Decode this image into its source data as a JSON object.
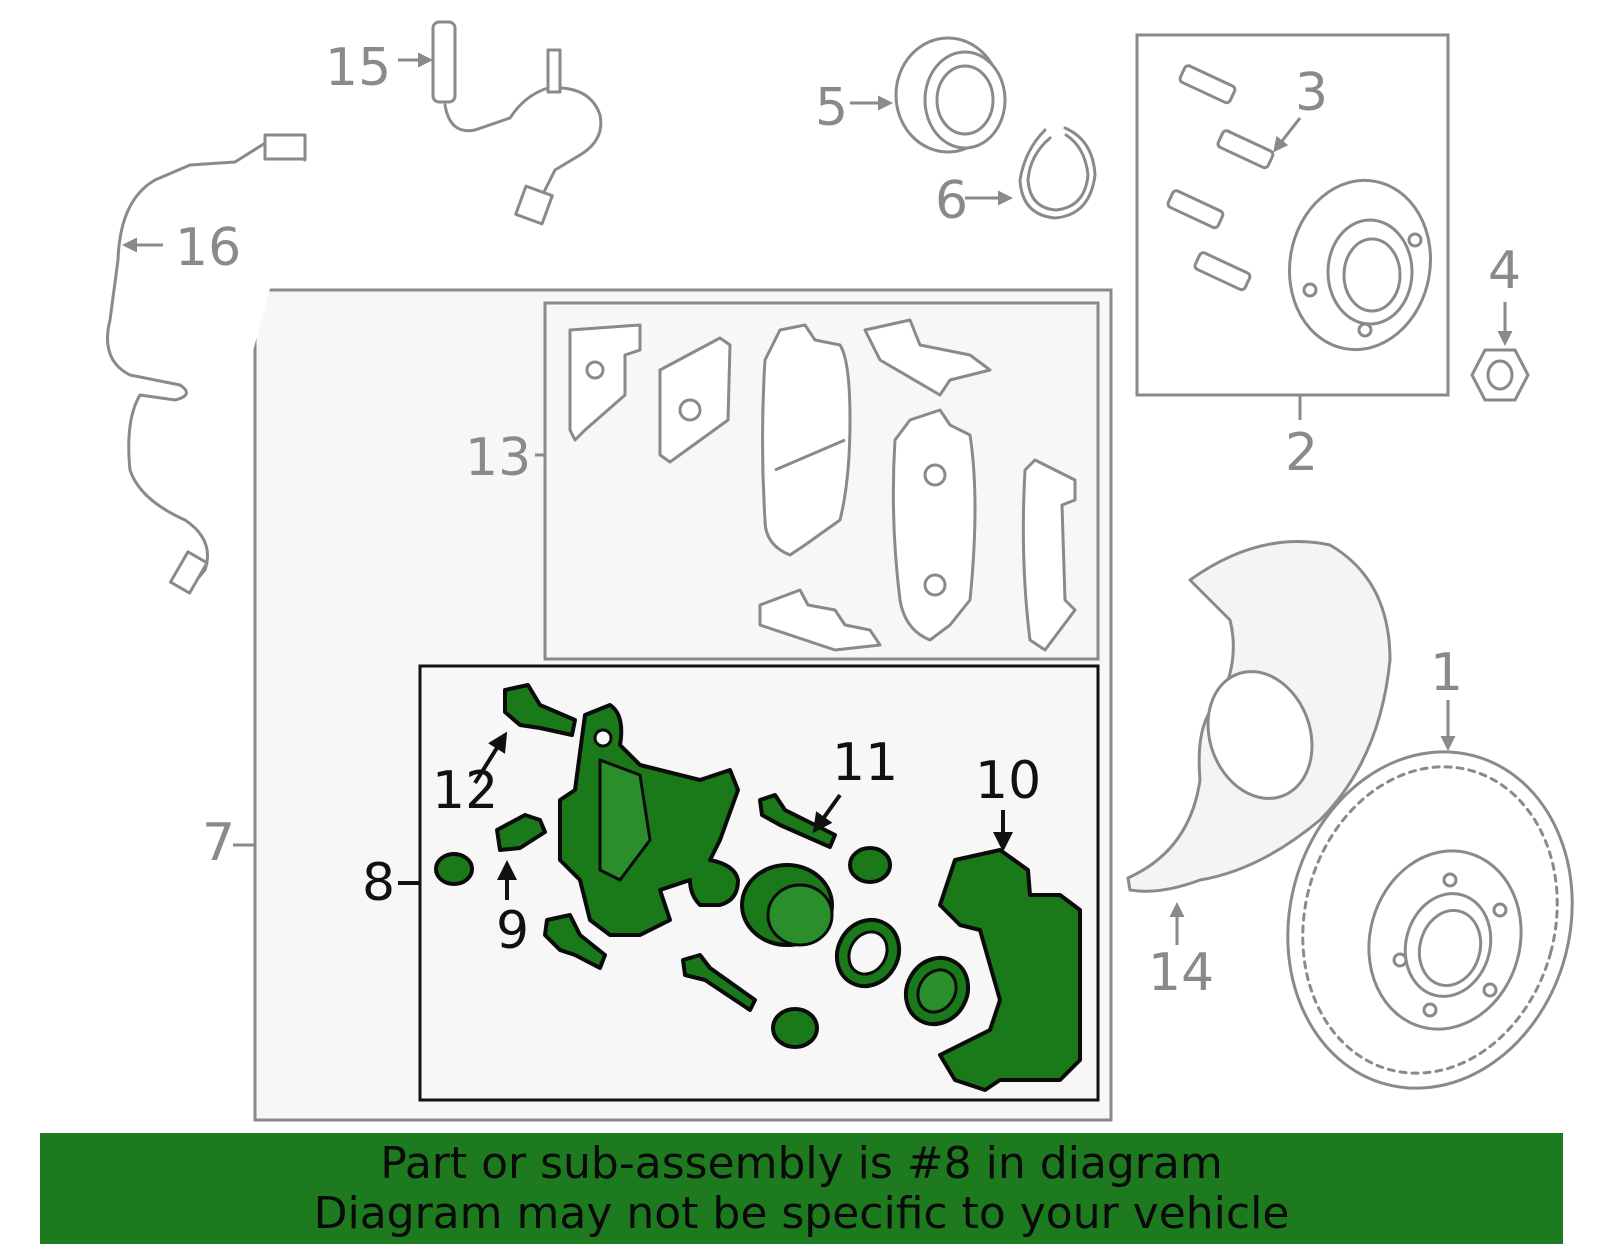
{
  "callouts": {
    "c1": "1",
    "c2": "2",
    "c3": "3",
    "c4": "4",
    "c5": "5",
    "c6": "6",
    "c7": "7",
    "c8": "8",
    "c9": "9",
    "c10": "10",
    "c11": "11",
    "c12": "12",
    "c13": "13",
    "c14": "14",
    "c15": "15",
    "c16": "16"
  },
  "banner": {
    "line1": "Part or sub-assembly is #8 in diagram",
    "line2": "Diagram may not be specific to your vehicle"
  },
  "colors": {
    "highlight": "#1a7a1a",
    "banner": "#1e7a1e",
    "line_gray": "#8a8a8a"
  }
}
